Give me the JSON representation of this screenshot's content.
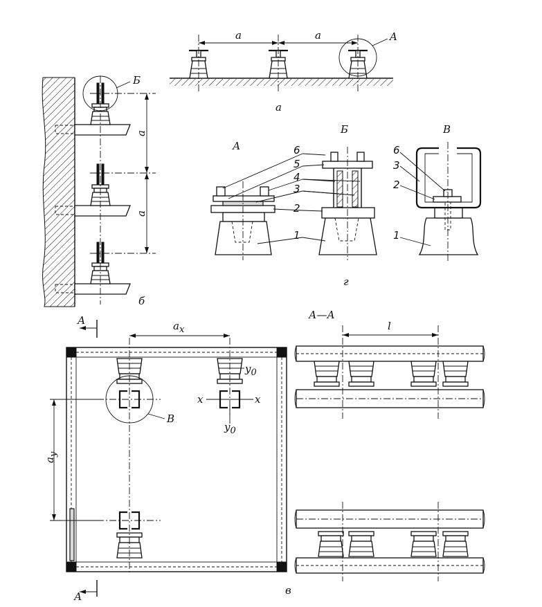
{
  "labels": {
    "dim_a": "a",
    "dim_ax": "a",
    "dim_ax_sub": "x",
    "dim_ay": "a",
    "dim_ay_sub": "y",
    "dim_l": "l",
    "callout_A": "A",
    "callout_B": "Б",
    "callout_V": "В",
    "caption_a": "а",
    "caption_b": "б",
    "caption_v": "в",
    "caption_g": "г",
    "detail_A": "А",
    "detail_B": "Б",
    "detail_V": "В",
    "section_AA": "А—А",
    "section_marker": "А",
    "axis_x": "x",
    "axis_y0": "y",
    "axis_y0_sub": "0"
  },
  "part_numbers": [
    "1",
    "2",
    "3",
    "4",
    "5",
    "6"
  ]
}
